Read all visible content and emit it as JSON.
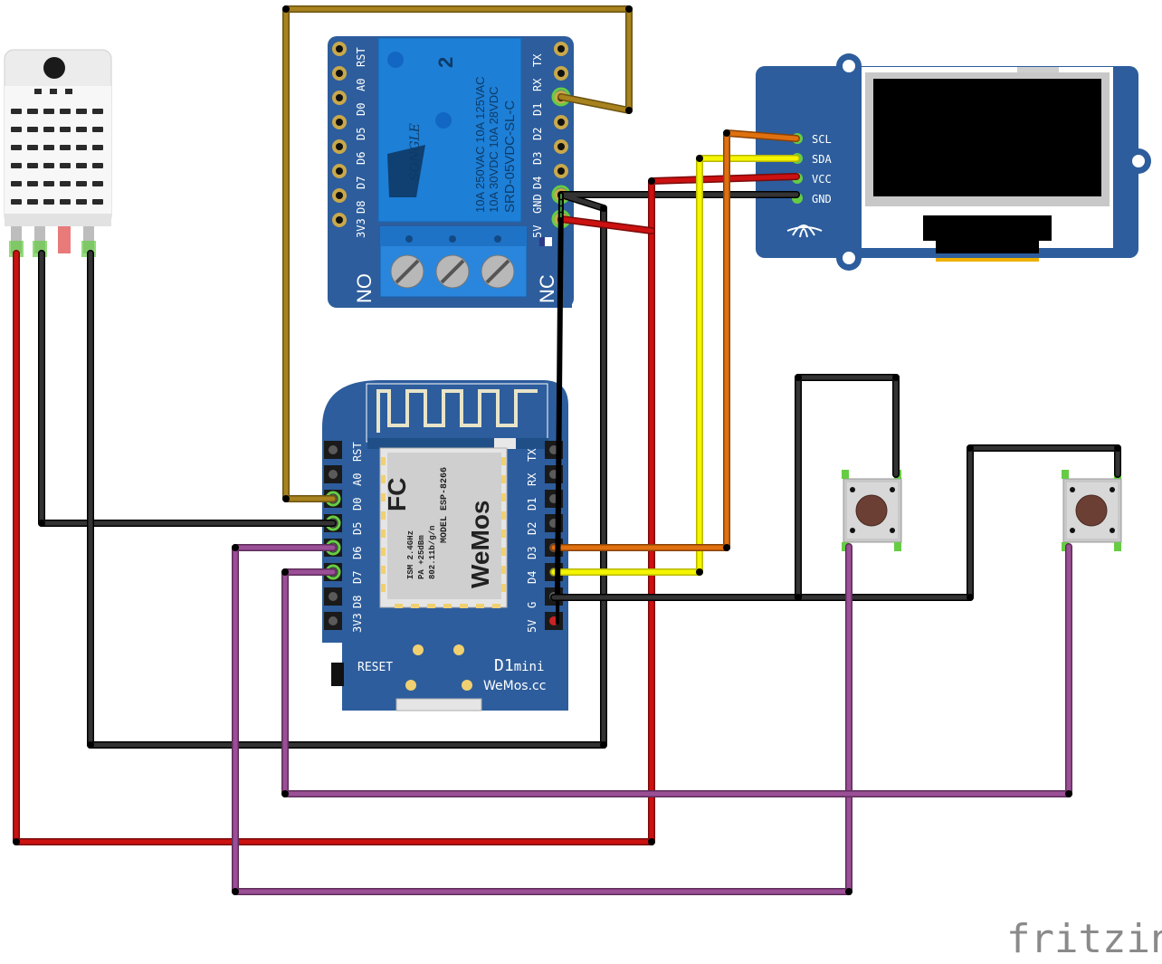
{
  "relay": {
    "brand": "SONGLE",
    "model": "SRD-05VDC-SL-C",
    "rating1": "10A 250VAC  10A 125VAC",
    "rating2": "10A  30VDC  10A  28VDC",
    "left_pins": [
      "RST",
      "A0",
      "D0",
      "D5",
      "D6",
      "D7",
      "D8",
      "3V3"
    ],
    "right_pins": [
      "TX",
      "RX",
      "D1",
      "D2",
      "D3",
      "D4",
      "GND",
      "5V"
    ],
    "no_label": "NO",
    "nc_label": "NC"
  },
  "d1mini": {
    "board_name": "D1",
    "board_suffix": "mini",
    "maker": "WeMos.cc",
    "module_brand": "WeMos",
    "module_model": "MODEL  ESP-8266",
    "module_spec1": "ISM 2.4GHz",
    "module_spec2": "PA +25dBm",
    "module_spec3": "802.11b/g/n",
    "fcc": "FC",
    "reset_label": "RESET",
    "left_pins": [
      "RST",
      "A0",
      "D0",
      "D5",
      "D6",
      "D7",
      "D8",
      "3V3"
    ],
    "right_pins": [
      "TX",
      "RX",
      "D1",
      "D2",
      "D3",
      "D4",
      "G",
      "5V"
    ]
  },
  "oled": {
    "pins": [
      "SCL",
      "SDA",
      "VCC",
      "GND"
    ]
  },
  "watermark": "fritzing",
  "colors": {
    "wire_brown": "#9a7a1c",
    "wire_black": "#1a1a1a",
    "wire_red": "#cc1111",
    "wire_yellow": "#f0f000",
    "wire_orange": "#e0700f",
    "wire_purple": "#9b4f96",
    "board_blue": "#2d5d9c",
    "relay_blue": "#1e7fd6"
  }
}
